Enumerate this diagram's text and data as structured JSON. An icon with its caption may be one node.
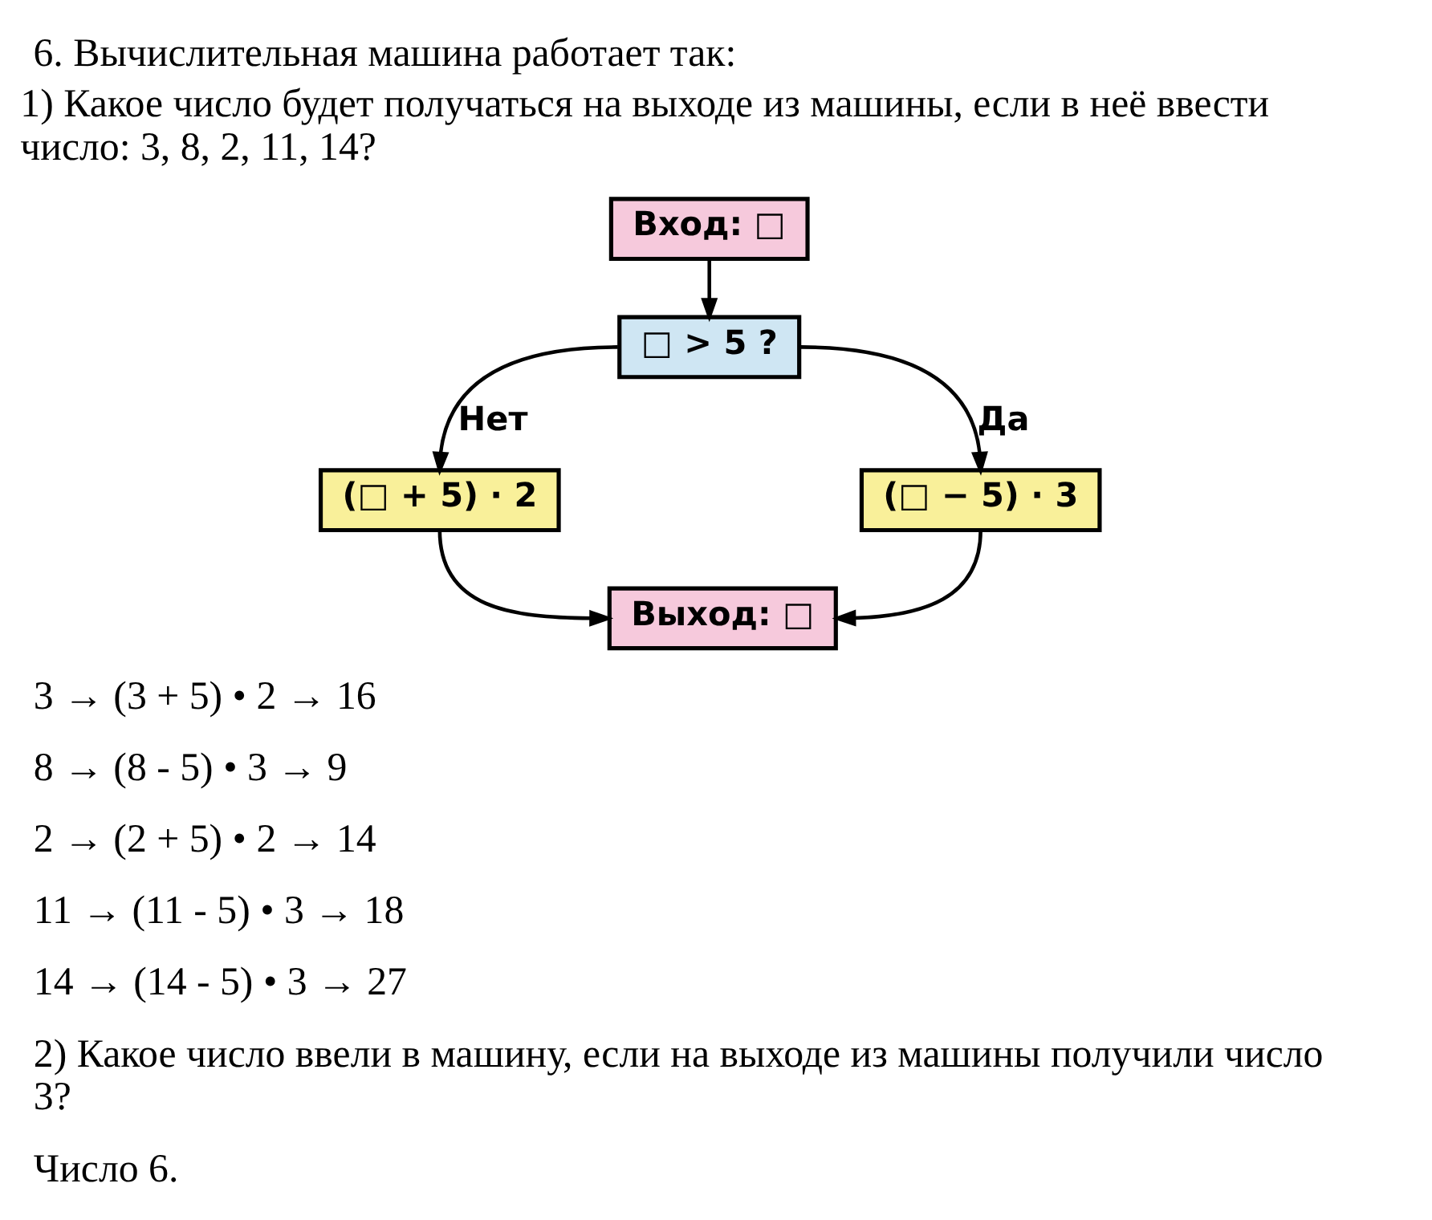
{
  "diagram": {
    "title": "6. Вычислительная машина работает так:",
    "nodes": [
      {
        "text": [
          "Вход: □"
        ]
      },
      {
        "text": [
          "□ > 5 ?"
        ]
      },
      {
        "text": [
          "(□ + 5) · 2"
        ]
      },
      {
        "text": [
          "(□ − 5) · 3"
        ]
      },
      {
        "text": [
          "Выход: □"
        ]
      }
    ],
    "edges": [
      {
        "from": 0,
        "to": 1,
        "arrow": "to"
      },
      {
        "from": 1,
        "to": 2,
        "arrow": "to",
        "label": "Нет"
      },
      {
        "from": 1,
        "to": 3,
        "arrow": "to",
        "label": "Да"
      },
      {
        "from": 2,
        "to": 4,
        "arrow": "to"
      },
      {
        "from": 3,
        "to": 4,
        "arrow": "to"
      }
    ],
    "labels": [
      "1) Какое число будет получаться на выходе из машины, если в неё ввести число: 3, 8, 2, 11, 14?",
      "3 → (3 + 5) • 2 → 16",
      "8 → (8 - 5) • 3 → 9",
      "2 → (2 + 5) • 2 → 14",
      "11 → (11 - 5) • 3 → 18",
      "14 → (14 - 5) • 3 → 27",
      "2) Какое число ввели в машину, если на выходе из машины получили число 3?",
      "Число 6."
    ]
  }
}
